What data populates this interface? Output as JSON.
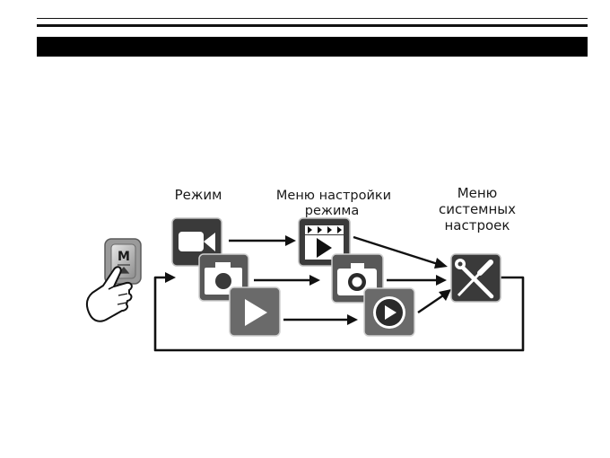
{
  "diagram": {
    "labels": {
      "mode": "Режим",
      "mode_menu_line1": "Меню настройки",
      "mode_menu_line2": "режима",
      "system_menu_line1": "Меню",
      "system_menu_line2": "системных",
      "system_menu_line3": "настроек"
    },
    "mode_button": {
      "letter": "M",
      "icon": "mode-button-icon"
    },
    "hand_icon": "pointing-hand-icon",
    "mode_tiles": [
      {
        "icon": "video-camera-icon"
      },
      {
        "icon": "photo-camera-icon"
      },
      {
        "icon": "playback-icon"
      }
    ],
    "menu_tiles": [
      {
        "icon": "clapperboard-icon"
      },
      {
        "icon": "camera-settings-icon"
      },
      {
        "icon": "play-circle-icon"
      }
    ],
    "system_tile": {
      "icon": "wrench-screwdriver-icon"
    },
    "colors": {
      "tile_dark": "#3a3a3a",
      "tile_border": "#bdbdbd",
      "arrows": "#111111"
    }
  }
}
